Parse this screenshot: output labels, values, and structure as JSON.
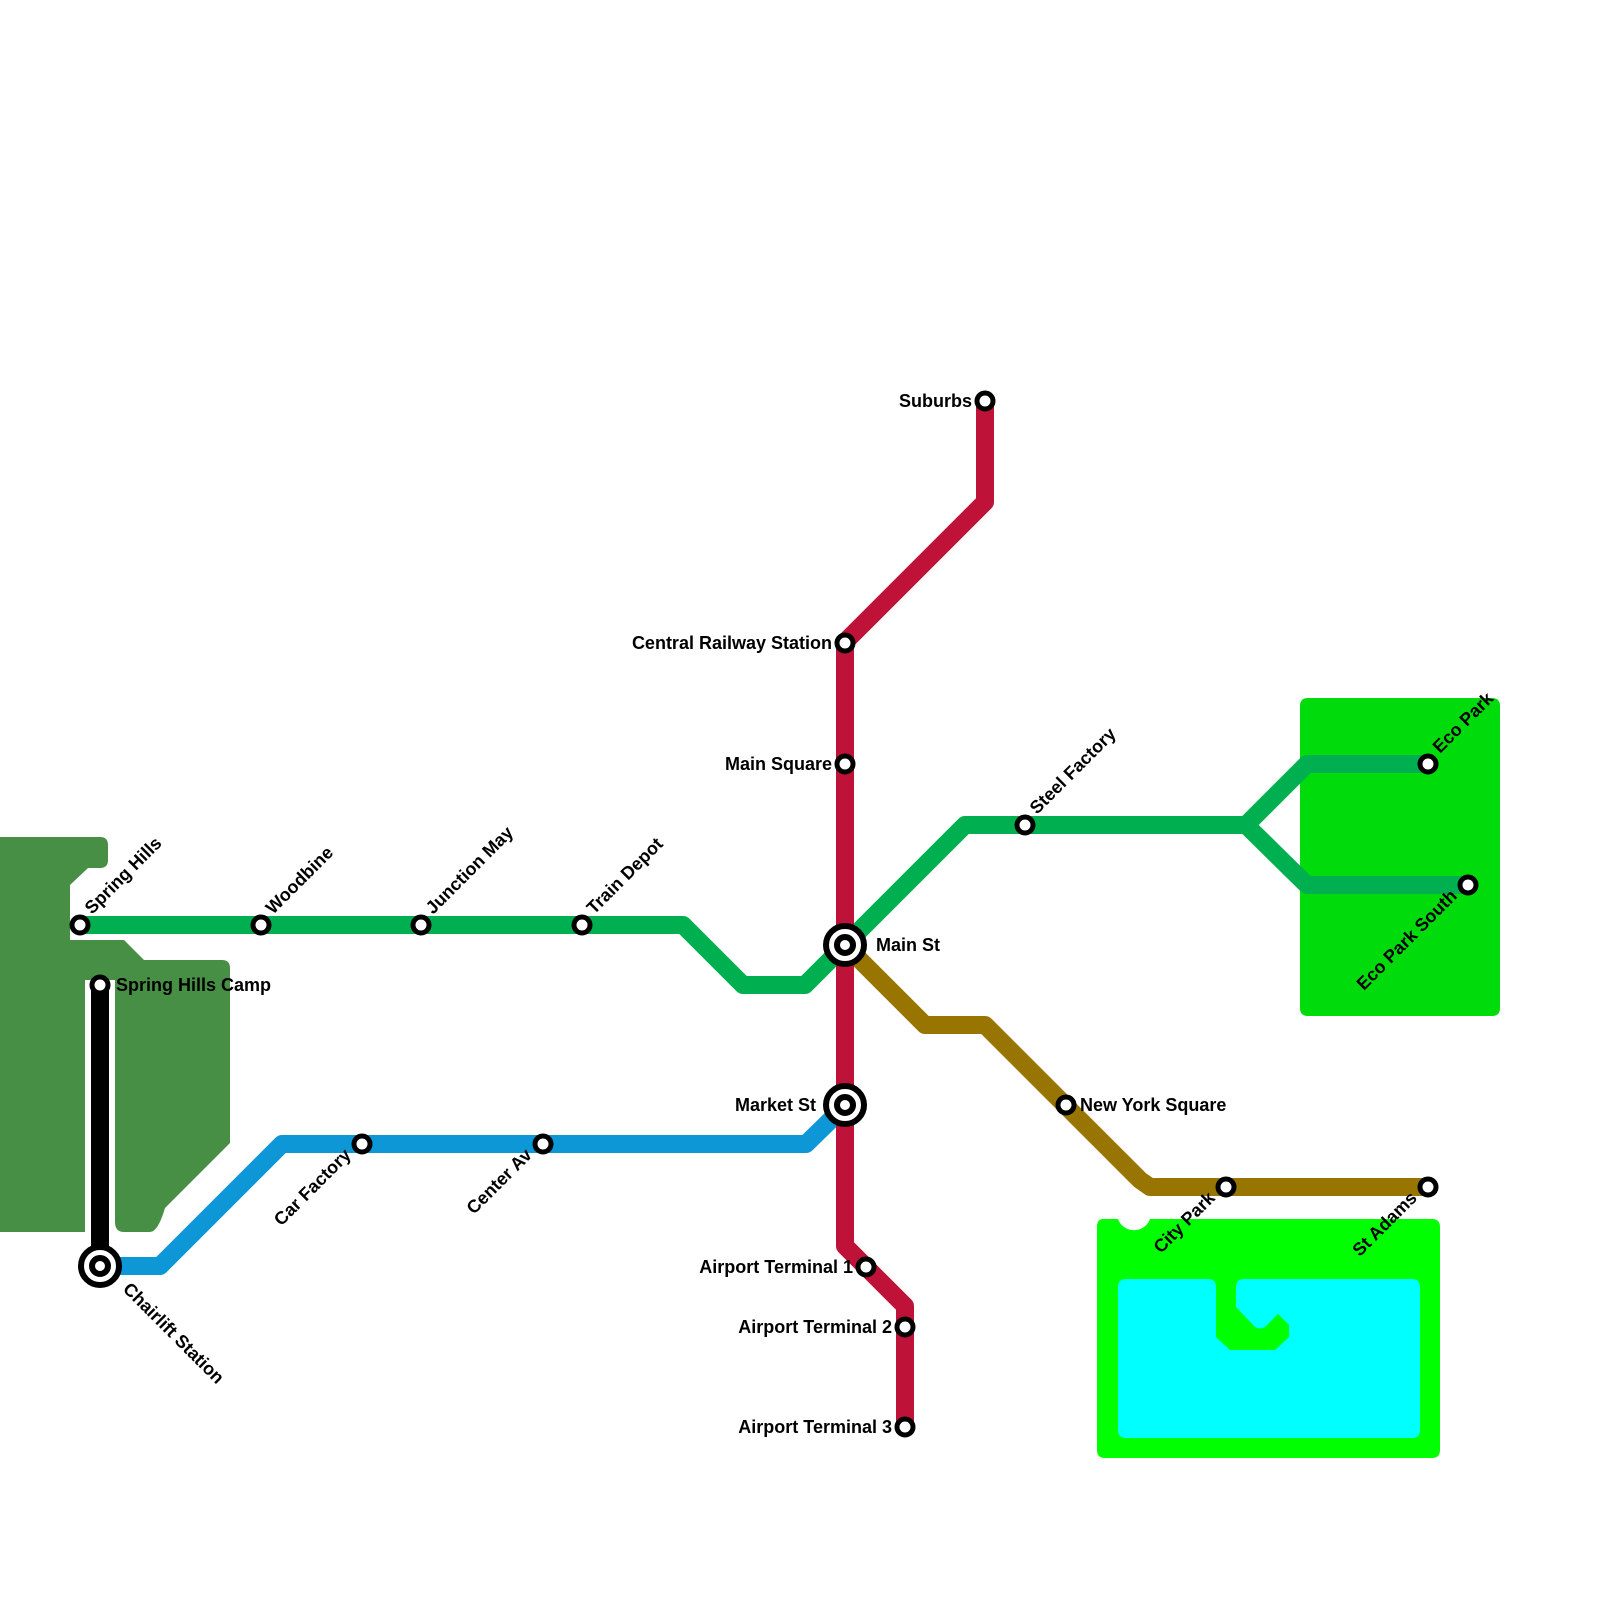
{
  "map": {
    "colors": {
      "green_line": "#00B050",
      "red_line": "#BE1238",
      "blue_line": "#0E97D6",
      "brown_line": "#987401",
      "black_line": "#000000",
      "forest": "#478F45",
      "eco_park": "#00DB0B",
      "city_park": "#00FF00",
      "lake": "#00FFFF"
    },
    "lines": [
      {
        "id": "green",
        "name": "Green Line"
      },
      {
        "id": "red",
        "name": "Red Line"
      },
      {
        "id": "blue",
        "name": "Blue Line"
      },
      {
        "id": "brown",
        "name": "Brown Line"
      },
      {
        "id": "black",
        "name": "Chairlift"
      }
    ],
    "stations": {
      "spring_hills": "Spring Hills",
      "woodbine": "Woodbine",
      "junction_may": "Junction May",
      "train_depot": "Train Depot",
      "main_st": "Main St",
      "steel_factory": "Steel Factory",
      "eco_park": "Eco Park",
      "eco_park_south": "Eco Park South",
      "suburbs": "Suburbs",
      "central_railway_station": "Central Railway Station",
      "main_square": "Main Square",
      "market_st": "Market St",
      "airport_terminal_1": "Airport Terminal 1",
      "airport_terminal_2": "Airport Terminal 2",
      "airport_terminal_3": "Airport Terminal 3",
      "new_york_square": "New York Square",
      "city_park": "City Park",
      "st_adams": "St Adams",
      "spring_hills_camp": "Spring Hills Camp",
      "chairlift_station": "Chairlift Station",
      "car_factory": "Car Factory",
      "center_av": "Center Av"
    }
  }
}
